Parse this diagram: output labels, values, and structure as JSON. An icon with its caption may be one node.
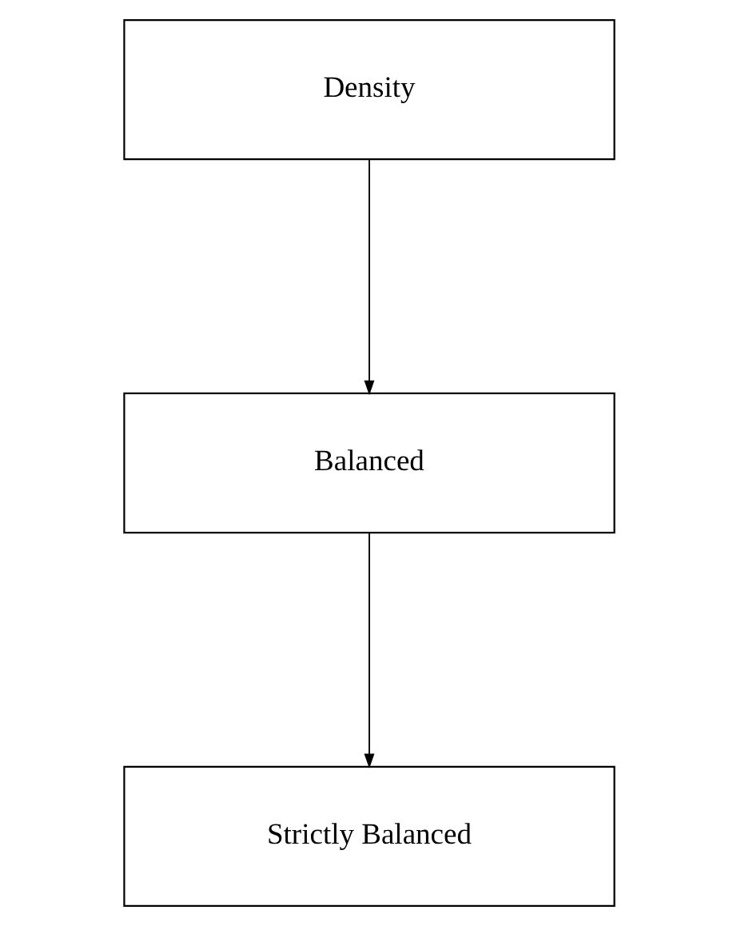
{
  "diagram": {
    "nodes": [
      {
        "text": [
          "Density"
        ]
      },
      {
        "text": [
          "Balanced"
        ]
      },
      {
        "text": [
          "Strictly Balanced"
        ]
      }
    ],
    "edges": [
      {
        "from": 0,
        "to": 1,
        "arrow": "to"
      },
      {
        "from": 1,
        "to": 2,
        "arrow": "to"
      }
    ]
  }
}
